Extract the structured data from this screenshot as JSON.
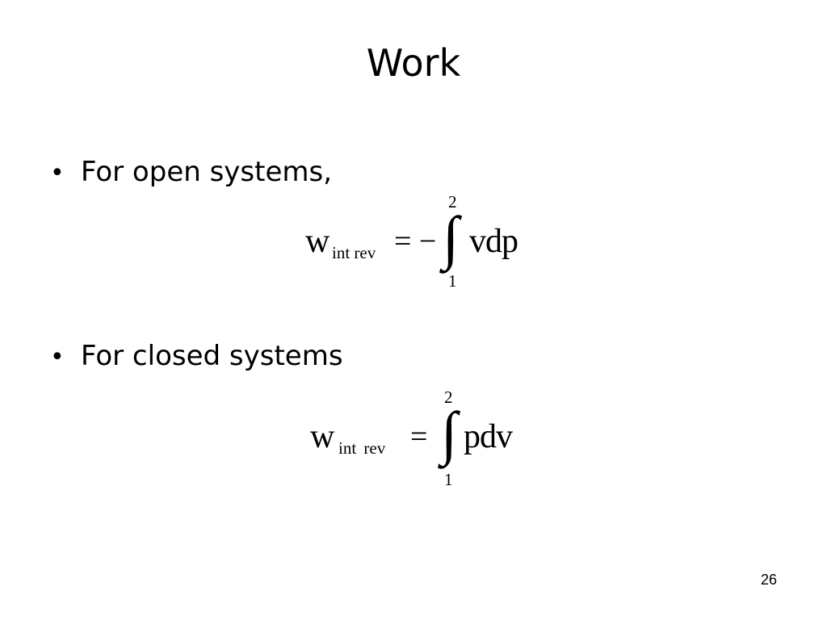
{
  "slide": {
    "title": "Work",
    "page_number": "26"
  },
  "bullets": [
    {
      "marker": "•",
      "text": "For open systems,",
      "equation": {
        "lhs_symbol": "w",
        "lhs_subscript": "int rev",
        "operator": "= −",
        "integral_symbol": "∫",
        "upper_limit": "2",
        "lower_limit": "1",
        "integrand": "vdp"
      }
    },
    {
      "marker": "•",
      "text": "For closed systems",
      "equation": {
        "lhs_symbol": "w",
        "lhs_subscript": "int rev",
        "operator": "=",
        "integral_symbol": "∫",
        "upper_limit": "2",
        "lower_limit": "1",
        "integrand": "pdv"
      }
    }
  ]
}
